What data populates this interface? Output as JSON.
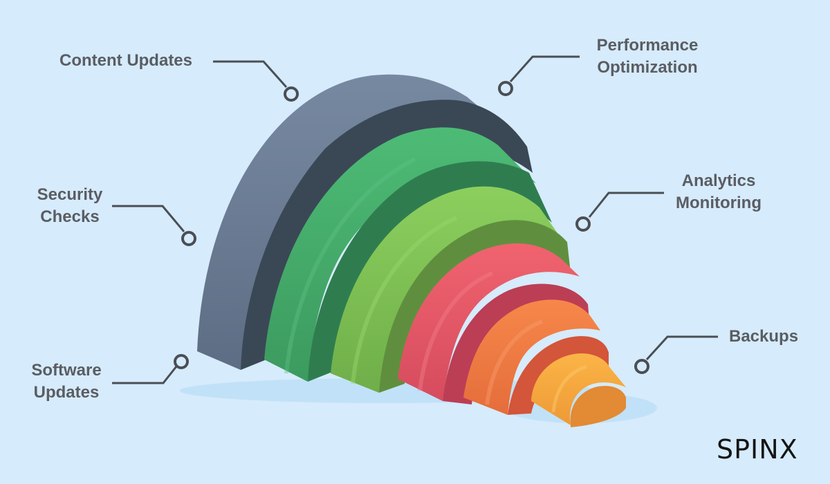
{
  "labels": {
    "content_updates": "Content Updates",
    "security_checks": [
      "Security",
      "Checks"
    ],
    "software_updates": [
      "Software",
      "Updates"
    ],
    "performance_optimization": [
      "Performance",
      "Optimization"
    ],
    "analytics_monitoring": [
      "Analytics",
      "Monitoring"
    ],
    "backups": "Backups"
  },
  "logo": "SPINX",
  "colors": {
    "background": "#d6ebfb",
    "label_text": "#5a5d63",
    "connector": "#4a4e55",
    "slate_outer": "#6c7d96",
    "slate_inner": "#3a4856",
    "green_dark": "#2f7d4f",
    "green_mid": "#46ad6c",
    "green_light": "#7cc15a",
    "olive": "#5f8f3e",
    "pink": "#e85b6a",
    "crimson": "#bb3e55",
    "orange": "#f07c45",
    "orange_red": "#d3553a",
    "amber": "#f5a93d"
  }
}
